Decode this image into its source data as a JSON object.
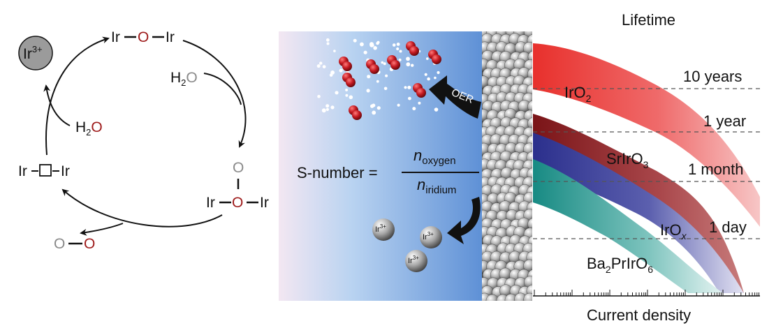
{
  "cycle": {
    "ion": "Ir",
    "ion_charge": "3+",
    "top_ir_left": "Ir",
    "top_o": "O",
    "top_ir_right": "Ir",
    "water_right_h": "H",
    "water_right_sub": "2",
    "water_right_o": "O",
    "water_left_h": "H",
    "water_left_sub": "2",
    "water_left_o": "O",
    "vacancy_ir_left": "Ir",
    "vacancy_ir_right": "Ir",
    "peroxo_o_top": "O",
    "peroxo_ir_left": "Ir",
    "peroxo_o": "O",
    "peroxo_ir_right": "Ir",
    "o2_left": "O",
    "o2_right": "O"
  },
  "middle": {
    "oer_label": "OER",
    "s_number_label": "S-number =",
    "numerator_n": "n",
    "numerator_sub": "oxygen",
    "denominator_n": "n",
    "denominator_sub": "iridium",
    "ion_label": "Ir",
    "ion_charge": "3+",
    "colors": {
      "solution_light": "#f3e6f1",
      "solution_dark": "#5b8fd6",
      "o2_red": "#c41a22"
    }
  },
  "right": {
    "title": "Lifetime",
    "xlabel": "Current density",
    "levels": [
      "10 years",
      "1 year",
      "1 month",
      "1 day"
    ],
    "materials": {
      "iro2": {
        "base": "IrO",
        "sub": "2",
        "color": "#e8312f"
      },
      "srir": {
        "base": "SrIrO",
        "sub": "3",
        "color": "#8b1a1f"
      },
      "irox": {
        "base": "IrO",
        "sub": "x",
        "color": "#2f3591"
      },
      "ba": {
        "base": "Ba",
        "sub1": "2",
        "mid": "PrIrO",
        "sub2": "6",
        "color": "#1e8c86"
      }
    }
  }
}
